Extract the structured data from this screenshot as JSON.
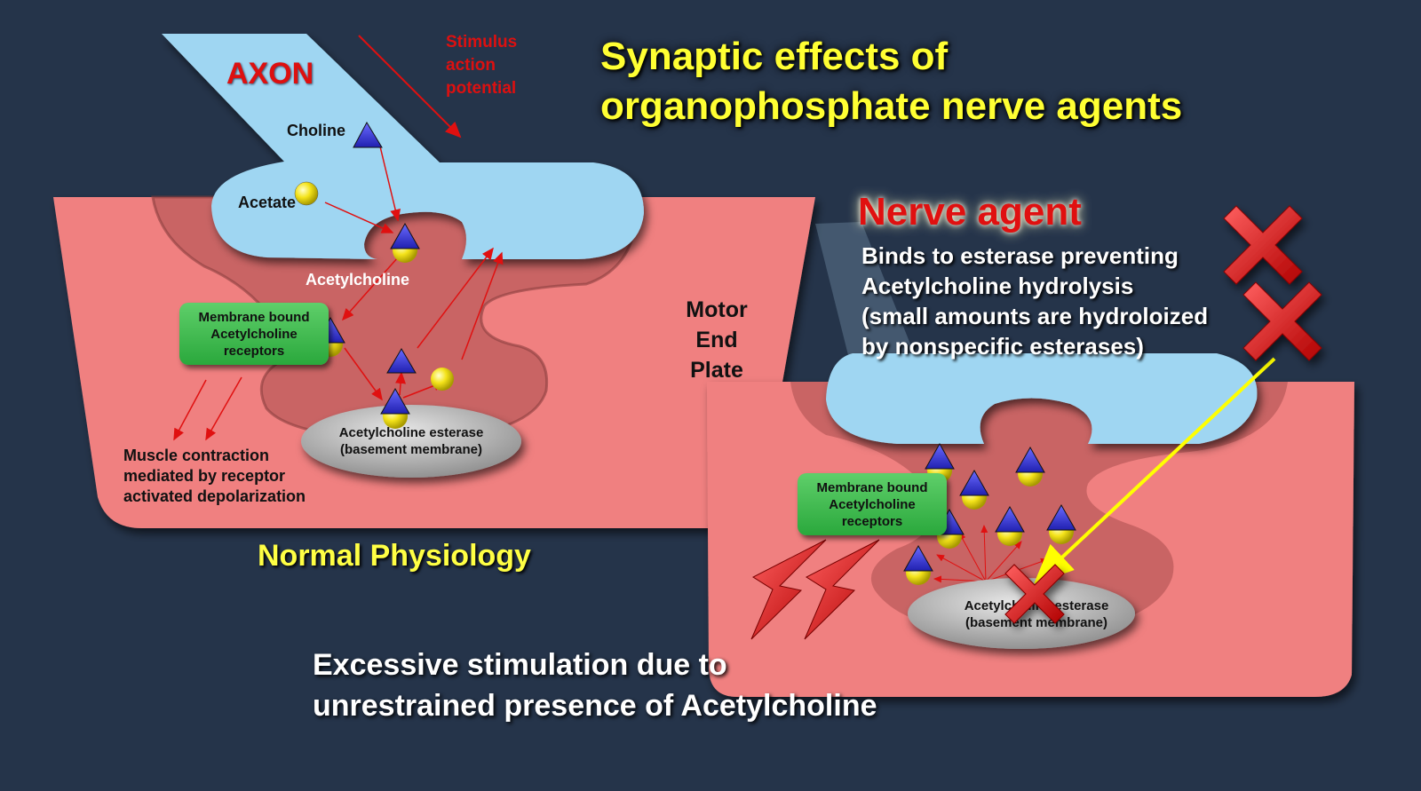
{
  "title": {
    "line1": "Synaptic effects of",
    "line2": "organophosphate nerve agents"
  },
  "normal": {
    "axon_label": "AXON",
    "stimulus_line1": "Stimulus",
    "stimulus_line2": "action",
    "stimulus_line3": "potential",
    "choline_label": "Choline",
    "acetate_label": "Acetate",
    "acetylcholine_label": "Acetylcholine",
    "receptor_line1": "Membrane bound",
    "receptor_line2": "Acetylcholine",
    "receptor_line3": "receptors",
    "esterase_line1": "Acetylcholine esterase",
    "esterase_line2": "(basement membrane)",
    "muscle_line1": "Muscle contraction",
    "muscle_line2": "mediated by receptor",
    "muscle_line3": "activated depolarization",
    "caption": "Normal Physiology",
    "motor_line1": "Motor",
    "motor_line2": "End",
    "motor_line3": "Plate"
  },
  "agent": {
    "heading": "Nerve agent",
    "desc_line1": "Binds to esterase preventing",
    "desc_line2": "Acetylcholine hydrolysis",
    "desc_line3": "(small amounts are hydroloized",
    "desc_line4": "by nonspecific esterases)",
    "receptor_line1": "Membrane bound",
    "receptor_line2": "Acetylcholine",
    "receptor_line3": "receptors",
    "esterase_line1": "Acetylcholine esterase",
    "esterase_line2": "(basement membrane)",
    "effect_line1": "Excessive stimulation due to",
    "effect_line2": "unrestrained presence of Acetylcholine"
  },
  "colors": {
    "background": "#25344a",
    "muscle": "#f08080",
    "axon": "#9fd6f2",
    "title": "#ffff33",
    "arrow_red": "#e01010",
    "arrow_yellow": "#ffff00",
    "receptor": "#3fbf4f",
    "esterase": "#bdbdbd"
  }
}
